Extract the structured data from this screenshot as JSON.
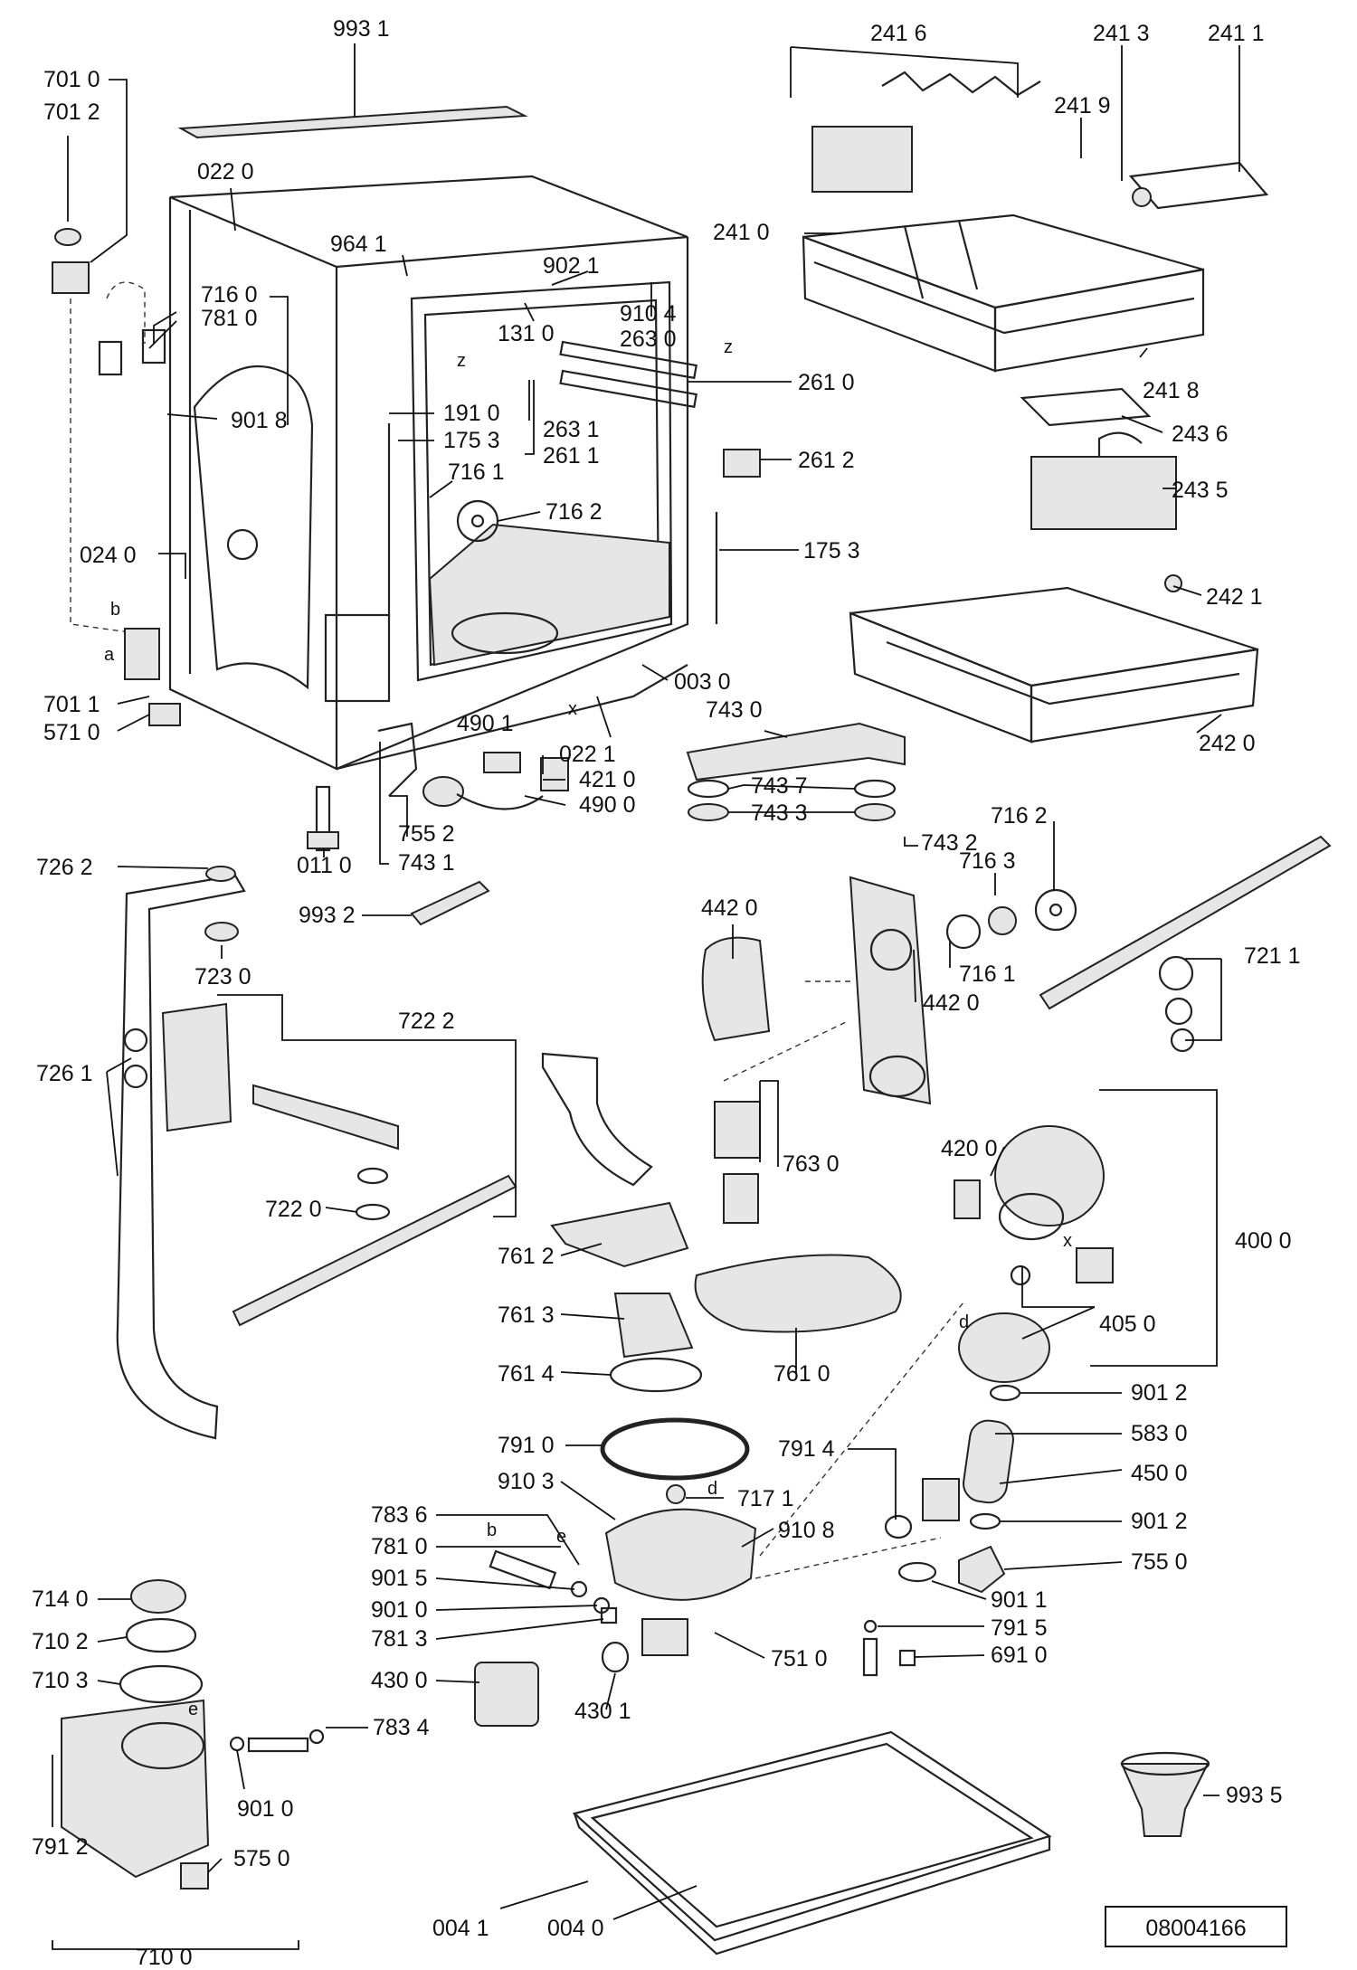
{
  "document_number": "08004166",
  "callouts": {
    "c9931": "993 1",
    "c0220": "022 0",
    "c7010": "701 0",
    "c7012": "701 2",
    "c9641": "964 1",
    "c9021": "902 1",
    "c9104": "910 4",
    "c2630": "263 0",
    "c1310": "131 0",
    "c7160": "716 0",
    "c7810a": "781 0",
    "c9018": "901 8",
    "c1910": "191 0",
    "c1753a": "175 3",
    "c2631": "263 1",
    "c2611": "261 1",
    "c2610": "261 0",
    "c2612": "261 2",
    "c7161a": "716 1",
    "c7162a": "716 2",
    "c1753b": "175 3",
    "c0240": "024 0",
    "c7011": "701 1",
    "c5710": "571 0",
    "c0030": "003 0",
    "c4901": "490 1",
    "c0221": "022 1",
    "c4210": "421 0",
    "c4900": "490 0",
    "c7552": "755 2",
    "c7431": "743 1",
    "c0110": "011 0",
    "c9932": "993 2",
    "c2416": "241 6",
    "c2413": "241 3",
    "c2411": "241 1",
    "c2419": "241 9",
    "c2410": "241 0",
    "c2418": "241 8",
    "c2436": "243 6",
    "c2435": "243 5",
    "c2421": "242 1",
    "c2420": "242 0",
    "c7430": "743 0",
    "c7437": "743 7",
    "c7433": "743 3",
    "c7432": "743 2",
    "c7162b": "716 2",
    "c7163": "716 3",
    "c7161b": "716 1",
    "c4420a": "442 0",
    "c4420b": "442 0",
    "c7211": "721 1",
    "c7262": "726 2",
    "c7230": "723 0",
    "c7222": "722 2",
    "c7261": "726 1",
    "c7220": "722 0",
    "c7630": "763 0",
    "c4200": "420 0",
    "c4000": "400 0",
    "c4050": "405 0",
    "c7612": "761 2",
    "c7613": "761 3",
    "c7614": "761 4",
    "c7610": "761 0",
    "c9012a": "901 2",
    "c5830": "583 0",
    "c4500": "450 0",
    "c9012b": "901 2",
    "c7550": "755 0",
    "c9011": "901 1",
    "c7910": "791 0",
    "c7914": "791 4",
    "c9103": "910 3",
    "c7171": "717 1",
    "c9108": "910 8",
    "c7836": "783 6",
    "c7810b": "781 0",
    "c9015": "901 5",
    "c9010a": "901 0",
    "c7813": "781 3",
    "c4300": "430 0",
    "c4301": "430 1",
    "c7510": "751 0",
    "c7915": "791 5",
    "c6910": "691 0",
    "c7140": "714 0",
    "c7102": "710 2",
    "c7103": "710 3",
    "c7834": "783 4",
    "c9010b": "901 0",
    "c7912": "791 2",
    "c5750": "575 0",
    "c7100": "710 0",
    "c9935": "993 5",
    "c0041": "004 1",
    "c0040": "004 0"
  },
  "markers": {
    "b": "b",
    "a": "a",
    "z1": "z",
    "z2": "z",
    "x1": "x",
    "x2": "x",
    "d1": "d",
    "d2": "d",
    "e1": "e",
    "e2": "e",
    "b2": "b"
  }
}
